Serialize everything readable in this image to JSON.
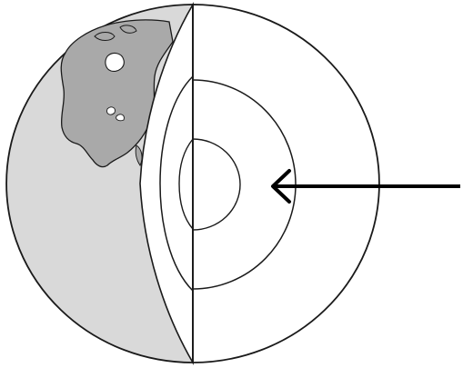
{
  "diagram": {
    "subject": "earth-cutaway-layers",
    "layer_count": 4,
    "colors": {
      "outline": "#1a1a1a",
      "globe_shade": "#d9d9d9",
      "land": "#a9a9a9",
      "interior": "#ffffff",
      "background": "#ffffff"
    },
    "pointer": {
      "direction": "left",
      "target_layer": "outer-core"
    }
  }
}
